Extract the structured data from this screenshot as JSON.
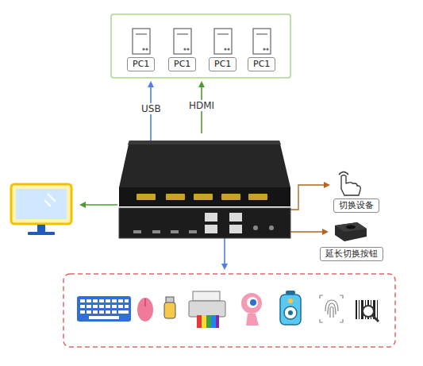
{
  "diagram": {
    "nodes": [
      {
        "text": [
          "PC1"
        ]
      },
      {
        "text": [
          "PC1"
        ]
      },
      {
        "text": [
          "PC1"
        ]
      },
      {
        "text": [
          "PC1"
        ]
      },
      {
        "text": [
          "切换设备"
        ]
      },
      {
        "text": [
          "延长切换按钮"
        ]
      }
    ],
    "labels": [
      "USB",
      "HDMI"
    ]
  }
}
